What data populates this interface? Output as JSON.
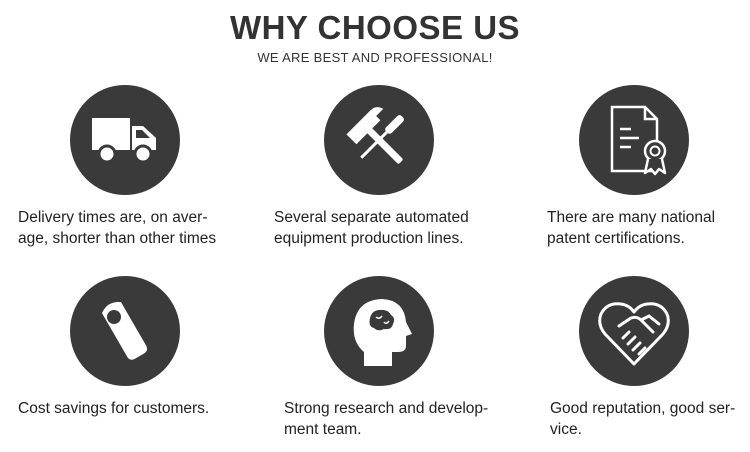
{
  "header": {
    "title": "WHY CHOOSE US",
    "subtitle": "WE ARE BEST AND PROFESSIONAL!"
  },
  "features": [
    {
      "icon": "delivery-truck-icon",
      "lines": [
        "Delivery times are, on aver-",
        "age, shorter than other times"
      ]
    },
    {
      "icon": "hammer-screwdriver-icon",
      "lines": [
        " Several separate automated",
        "equipment production lines."
      ]
    },
    {
      "icon": "certificate-document-icon",
      "lines": [
        "There are many national",
        "patent certifications."
      ]
    },
    {
      "icon": "price-tag-icon",
      "lines": [
        "Cost savings for customers."
      ]
    },
    {
      "icon": "brain-head-icon",
      "lines": [
        "Strong research and develop-",
        "ment team."
      ]
    },
    {
      "icon": "heart-handshake-icon",
      "lines": [
        "Good reputation, good ser-",
        "vice."
      ]
    }
  ],
  "colors": {
    "circle": "#3a3a3a",
    "icon": "#ffffff",
    "title": "#333333"
  }
}
